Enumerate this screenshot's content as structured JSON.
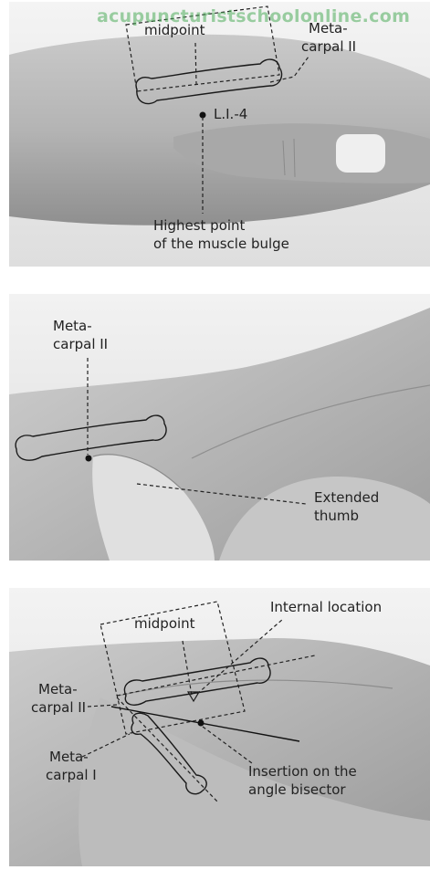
{
  "watermark": "acupuncturistschoolonline.com",
  "panel1": {
    "midpoint": "midpoint",
    "metacarpal_line1": "Meta-",
    "metacarpal_line2": "carpal II",
    "point_label": "L.I.-4",
    "bulge_line1": "Highest point",
    "bulge_line2": "of the muscle bulge"
  },
  "panel2": {
    "metacarpal_line1": "Meta-",
    "metacarpal_line2": "carpal II",
    "thumb_line1": "Extended",
    "thumb_line2": "thumb"
  },
  "panel3": {
    "midpoint": "midpoint",
    "internal_location": "Internal location",
    "metacarpal2_line1": "Meta-",
    "metacarpal2_line2": "carpal II",
    "metacarpal1_line1": "Meta-",
    "metacarpal1_line2": "carpal I",
    "insertion_line1": "Insertion on the",
    "insertion_line2": "angle bisector"
  }
}
